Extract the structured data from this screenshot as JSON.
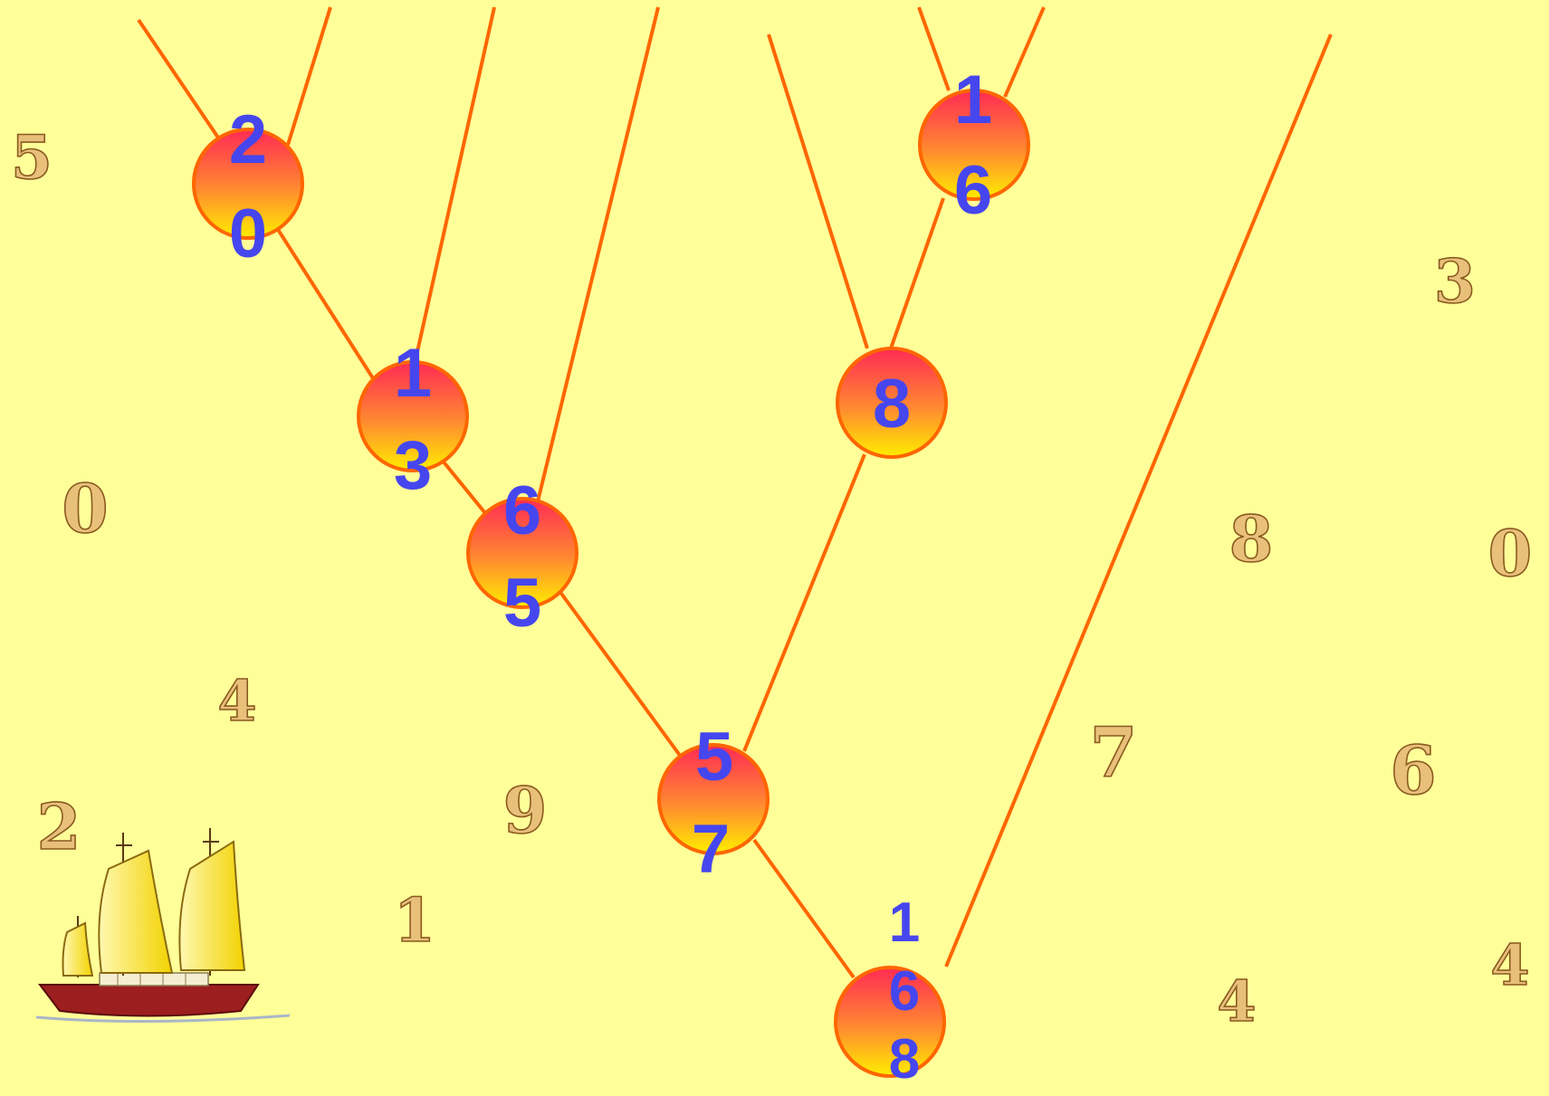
{
  "nodes": [
    {
      "id": "n20",
      "digits": [
        "2",
        "0"
      ]
    },
    {
      "id": "n16",
      "digits": [
        "1",
        "6"
      ]
    },
    {
      "id": "n13",
      "digits": [
        "1",
        "3"
      ]
    },
    {
      "id": "n8",
      "digits": [
        "8"
      ]
    },
    {
      "id": "n65",
      "digits": [
        "6",
        "5"
      ]
    },
    {
      "id": "n57",
      "digits": [
        "5",
        "7"
      ]
    },
    {
      "id": "n168",
      "digits": [
        "1",
        "6",
        "8"
      ]
    }
  ],
  "decorative_digits": [
    "5",
    "3",
    "0",
    "8",
    "0",
    "4",
    "7",
    "6",
    "2",
    "9",
    "1",
    "4",
    "4"
  ],
  "colors": {
    "background": "#ffff99",
    "line": "#ff6600",
    "node_top": "#ff2a55",
    "node_bottom": "#ffee00",
    "node_text": "#4646ee"
  },
  "icons": [
    "sailboat-icon"
  ]
}
